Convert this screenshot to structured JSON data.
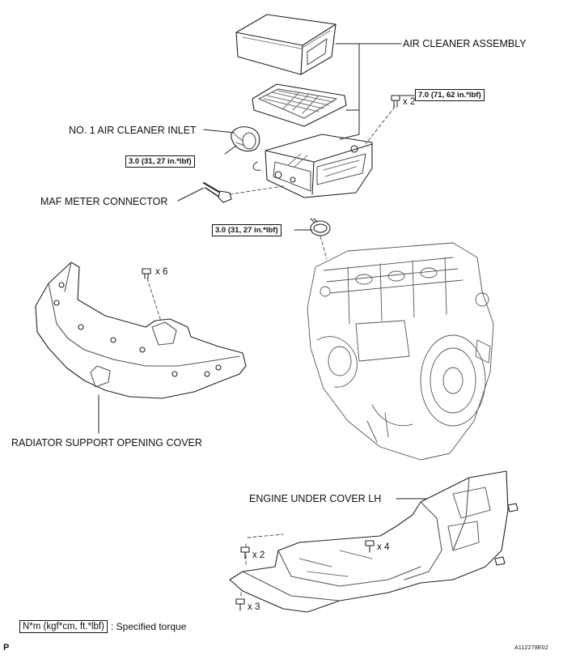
{
  "labels": {
    "air_cleaner_assembly": "AIR CLEANER ASSEMBLY",
    "no1_air_cleaner_inlet": "NO. 1 AIR CLEANER INLET",
    "maf_meter_connector": "MAF METER CONNECTOR",
    "radiator_support_opening_cover": "RADIATOR SUPPORT OPENING COVER",
    "engine_under_cover_lh": "ENGINE UNDER COVER LH"
  },
  "torques": {
    "inlet_clamp": "3.0 (31, 27 in.*lbf)",
    "bolt": "7.0 (71, 62 in.*lbf)",
    "hose_clamp": "3.0 (31, 27 in.*lbf)"
  },
  "quantities": {
    "bolt_qty": "x 2",
    "clip_qty": "x 6",
    "under_cover_a": "x 2",
    "under_cover_b": "x 4",
    "under_cover_c": "x 3"
  },
  "legend": {
    "box": "N*m (kgf*cm, ft.*lbf)",
    "text": ": Specified torque"
  },
  "corners": {
    "left": "P",
    "right": "A112278E02"
  },
  "icons": [
    "air-cleaner-cover",
    "air-filter-element",
    "air-cleaner-case",
    "inlet-duct",
    "connector",
    "hose-clamp",
    "bolt",
    "clip",
    "engine",
    "radiator-cover",
    "under-cover"
  ]
}
